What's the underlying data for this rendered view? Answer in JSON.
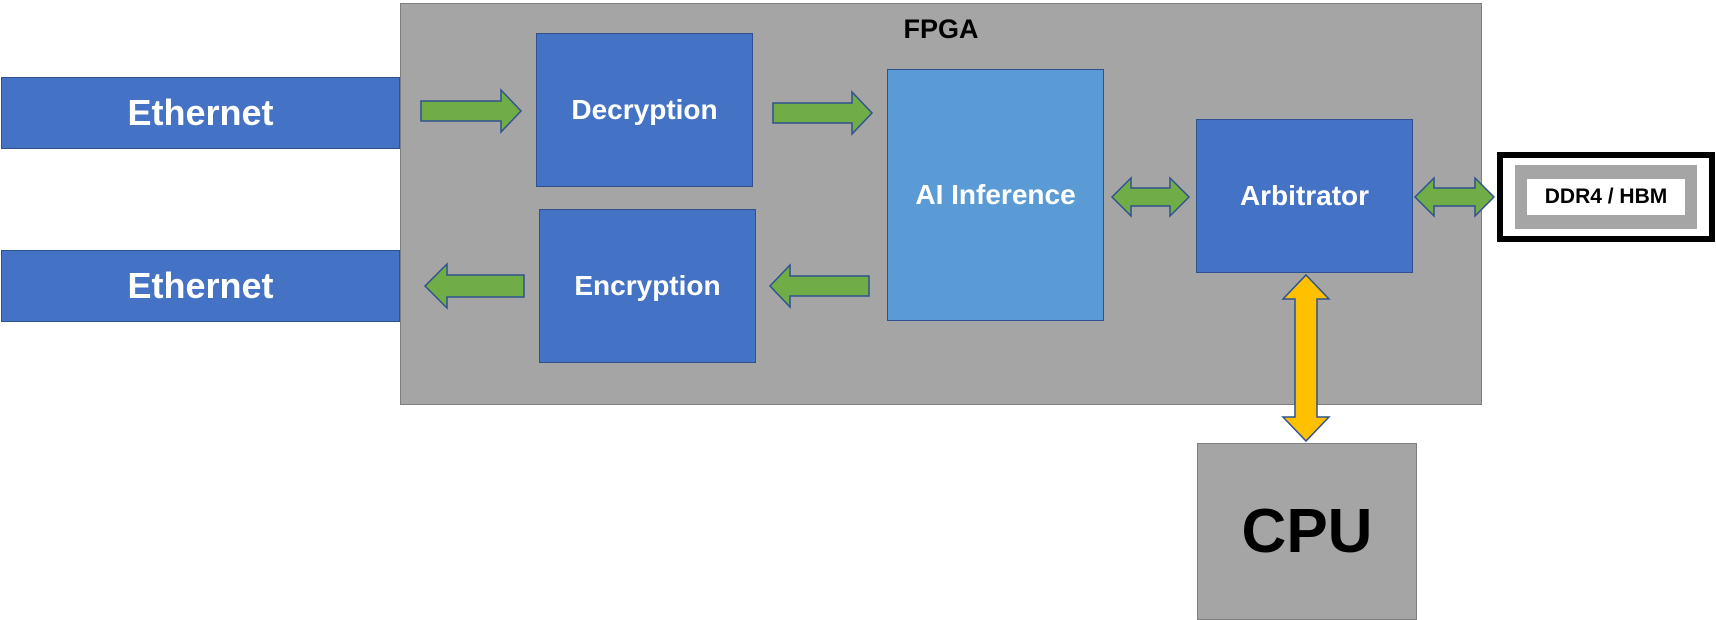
{
  "diagram": {
    "fpga_label": "FPGA",
    "ethernet_in_label": "Ethernet",
    "ethernet_out_label": "Ethernet",
    "decryption_label": "Decryption",
    "encryption_label": "Encryption",
    "ai_inference_label": "AI Inference",
    "arbitrator_label": "Arbitrator",
    "memory_label": "DDR4 / HBM",
    "cpu_label": "CPU"
  },
  "colors": {
    "block_blue": "#4472c4",
    "ai_block_blue": "#5b9bd5",
    "fpga_grey": "#a5a5a5",
    "data_arrow_green": "#70ad47",
    "cpu_link_yellow": "#ffc000"
  }
}
